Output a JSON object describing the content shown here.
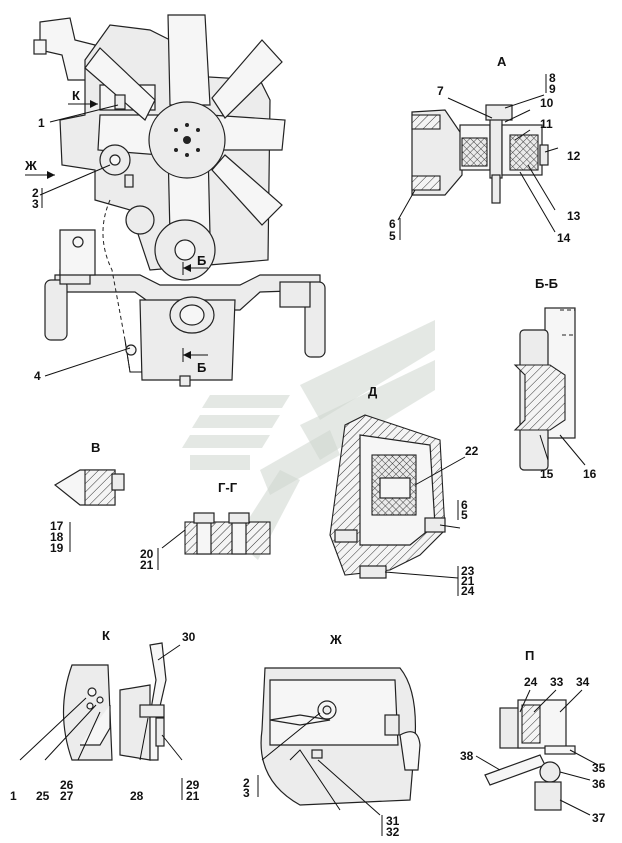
{
  "views": {
    "A": "А",
    "B": "В",
    "BB": "Б-Б",
    "GG": "Г-Г",
    "D": "Д",
    "K": "К",
    "Zh": "Ж",
    "P": "П"
  },
  "arrows": {
    "K": "К",
    "Zh": "Ж",
    "B1": "Б",
    "B2": "Б"
  },
  "labels": {
    "main": [
      "1",
      "2",
      "3",
      "4"
    ],
    "A": [
      "7",
      "8",
      "9",
      "10",
      "11",
      "12",
      "13",
      "14",
      "6",
      "5"
    ],
    "BB": [
      "15",
      "16"
    ],
    "B": [
      "17",
      "18",
      "19"
    ],
    "GG": [
      "20",
      "21"
    ],
    "D": [
      "22",
      "6",
      "5",
      "23",
      "21",
      "24"
    ],
    "K": [
      "30",
      "1",
      "25",
      "26",
      "27",
      "28",
      "29",
      "21"
    ],
    "Zh": [
      "2",
      "3",
      "31",
      "32"
    ],
    "P": [
      "24",
      "33",
      "34",
      "35",
      "36",
      "37",
      "38"
    ]
  }
}
